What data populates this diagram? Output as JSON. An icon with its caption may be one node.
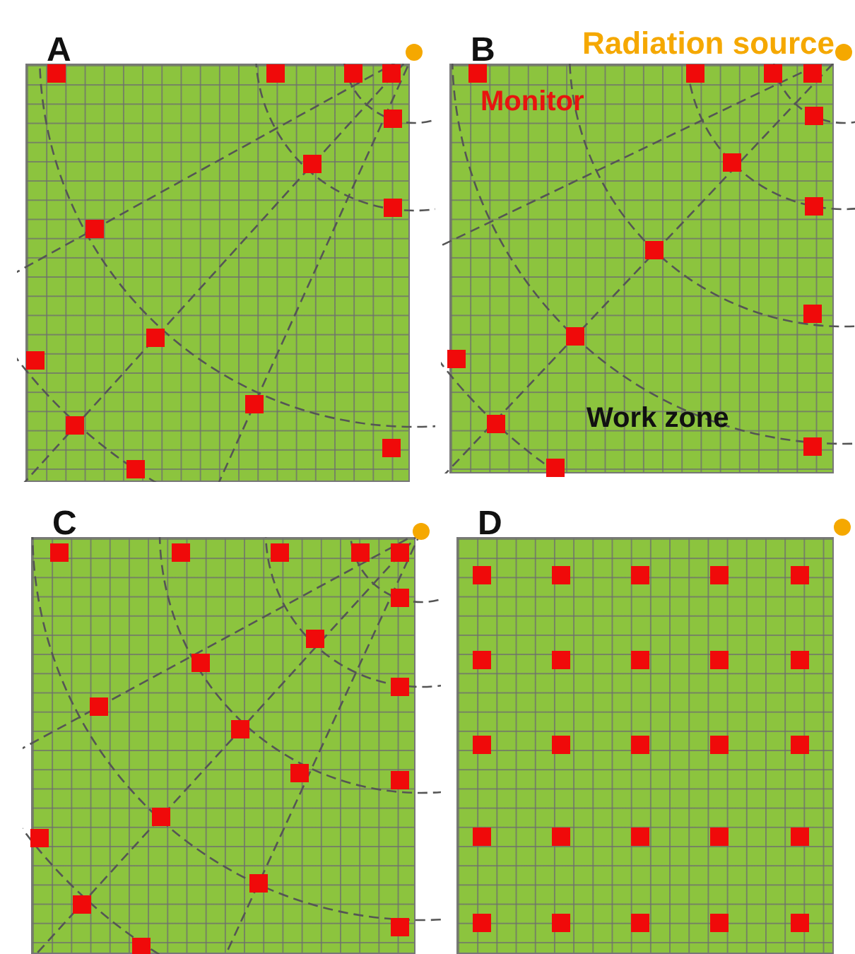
{
  "diagram": {
    "nodes": [
      {
        "text": [
          "A"
        ]
      },
      {
        "text": [
          "B"
        ]
      },
      {
        "text": [
          "C"
        ]
      },
      {
        "text": [
          "D"
        ]
      }
    ],
    "labels": [
      "Radiation source",
      "Monitor",
      "Work zone"
    ]
  }
}
